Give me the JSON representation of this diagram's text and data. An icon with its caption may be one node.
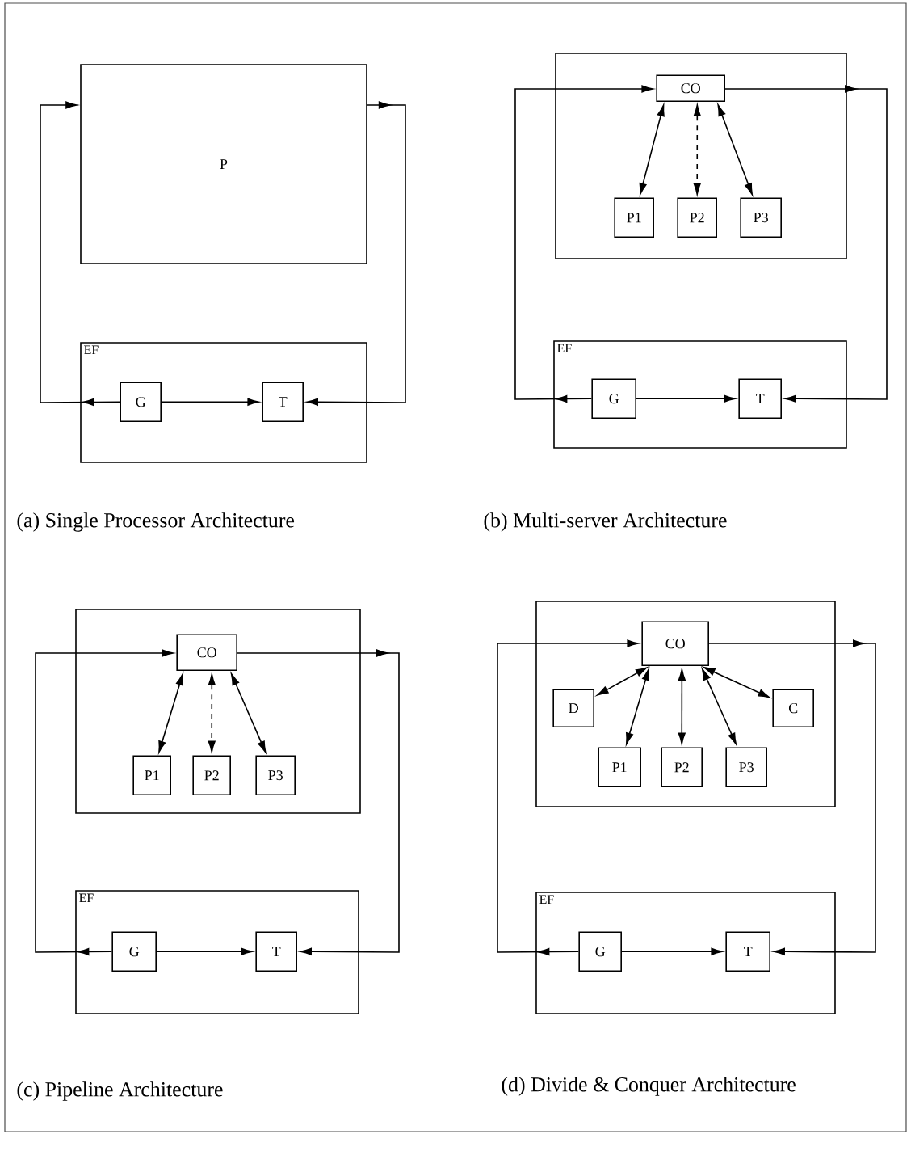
{
  "diagram": {
    "nodes": [
      {
        "text": [
          "P"
        ]
      },
      {
        "text": [
          "EF"
        ]
      },
      {
        "text": [
          "G"
        ],
        "in": 1
      },
      {
        "text": [
          "T"
        ],
        "in": 1
      },
      {
        "text": [],
        "shape": "box"
      },
      {
        "text": [
          "CO"
        ],
        "in": 4
      },
      {
        "text": [
          "P1"
        ],
        "in": 4
      },
      {
        "text": [
          "P2"
        ],
        "in": 4
      },
      {
        "text": [
          "P3"
        ],
        "in": 4
      },
      {
        "text": [
          "EF"
        ]
      },
      {
        "text": [
          "G"
        ],
        "in": 9
      },
      {
        "text": [
          "T"
        ],
        "in": 9
      },
      {
        "text": [],
        "shape": "box"
      },
      {
        "text": [
          "CO"
        ],
        "in": 12
      },
      {
        "text": [
          "P1"
        ],
        "in": 12
      },
      {
        "text": [
          "P2"
        ],
        "in": 12
      },
      {
        "text": [
          "P3"
        ],
        "in": 12
      },
      {
        "text": [
          "EF"
        ]
      },
      {
        "text": [
          "G"
        ],
        "in": 17
      },
      {
        "text": [
          "T"
        ],
        "in": 17
      },
      {
        "text": [],
        "shape": "box"
      },
      {
        "text": [
          "CO"
        ],
        "in": 20
      },
      {
        "text": [
          "D"
        ],
        "in": 20
      },
      {
        "text": [
          "C"
        ],
        "in": 20
      },
      {
        "text": [
          "P1"
        ],
        "in": 20
      },
      {
        "text": [
          "P2"
        ],
        "in": 20
      },
      {
        "text": [
          "P3"
        ],
        "in": 20
      },
      {
        "text": [
          "EF"
        ]
      },
      {
        "text": [
          "G"
        ],
        "in": 27
      },
      {
        "text": [
          "T"
        ],
        "in": 27
      }
    ],
    "edges": [
      {
        "from": 2,
        "to": 0,
        "arrow": "to"
      },
      {
        "from": 0,
        "to": 3,
        "arrow": "to"
      },
      {
        "from": 2,
        "to": 3,
        "arrow": "to"
      },
      {
        "from": 10,
        "to": 5,
        "arrow": "to"
      },
      {
        "from": 5,
        "to": 11,
        "arrow": "to"
      },
      {
        "from": 10,
        "to": 11,
        "arrow": "to"
      },
      {
        "from": 5,
        "to": 6,
        "arrow": "both"
      },
      {
        "from": 5,
        "to": 7,
        "arrow": "both",
        "style": "dashed"
      },
      {
        "from": 5,
        "to": 8,
        "arrow": "both"
      },
      {
        "from": 18,
        "to": 13,
        "arrow": "to"
      },
      {
        "from": 13,
        "to": 19,
        "arrow": "to"
      },
      {
        "from": 18,
        "to": 19,
        "arrow": "to"
      },
      {
        "from": 13,
        "to": 14,
        "arrow": "both"
      },
      {
        "from": 13,
        "to": 15,
        "arrow": "both",
        "style": "dashed"
      },
      {
        "from": 13,
        "to": 16,
        "arrow": "both"
      },
      {
        "from": 28,
        "to": 21,
        "arrow": "to"
      },
      {
        "from": 21,
        "to": 29,
        "arrow": "to"
      },
      {
        "from": 28,
        "to": 29,
        "arrow": "to"
      },
      {
        "from": 21,
        "to": 22,
        "arrow": "both"
      },
      {
        "from": 21,
        "to": 23,
        "arrow": "both"
      },
      {
        "from": 21,
        "to": 24,
        "arrow": "both"
      },
      {
        "from": 21,
        "to": 25,
        "arrow": "both"
      },
      {
        "from": 21,
        "to": 26,
        "arrow": "both"
      }
    ],
    "labels": [
      "(a) Single Processor Architecture",
      "(b) Multi-server Architecture",
      "(c) Pipeline Architecture",
      "(d) Divide & Conquer Architecture"
    ]
  }
}
